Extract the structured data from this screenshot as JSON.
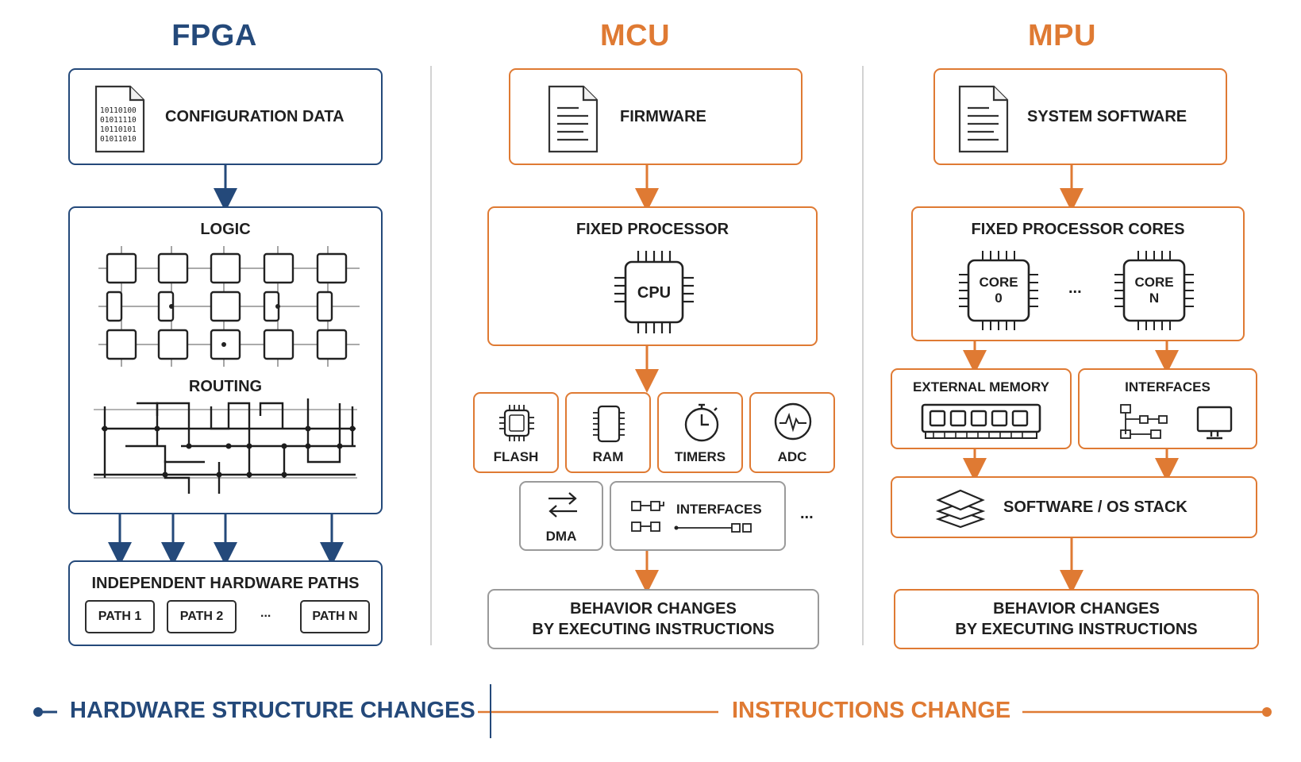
{
  "colors": {
    "fpga": "#24497a",
    "accent": "#df7a33",
    "grey": "#9a9a9a"
  },
  "fpga": {
    "title": "FPGA",
    "config_label": "CONFIGURATION DATA",
    "binary_lines": [
      "10110100",
      "01011110",
      "10110101",
      "01011010"
    ],
    "logic_label": "LOGIC",
    "routing_label": "ROUTING",
    "paths_label": "INDEPENDENT HARDWARE PATHS",
    "paths": [
      "PATH 1",
      "PATH 2",
      "...",
      "PATH N"
    ]
  },
  "mcu": {
    "title": "MCU",
    "firmware_label": "FIRMWARE",
    "processor_label": "FIXED PROCESSOR",
    "cpu_label": "CPU",
    "peripherals": [
      "FLASH",
      "RAM",
      "TIMERS",
      "ADC"
    ],
    "dma_label": "DMA",
    "interfaces_label": "INTERFACES",
    "more": "...",
    "behavior_line1": "BEHAVIOR CHANGES",
    "behavior_line2": "BY EXECUTING INSTRUCTIONS"
  },
  "mpu": {
    "title": "MPU",
    "software_label": "SYSTEM SOFTWARE",
    "cores_label": "FIXED PROCESSOR CORES",
    "core0_line1": "CORE",
    "core0_line2": "0",
    "coreN_line1": "CORE",
    "coreN_line2": "N",
    "core_dots": "...",
    "memory_label": "EXTERNAL MEMORY",
    "interfaces_label": "INTERFACES",
    "os_label": "SOFTWARE / OS STACK",
    "behavior_line1": "BEHAVIOR CHANGES",
    "behavior_line2": "BY EXECUTING INSTRUCTIONS"
  },
  "footer": {
    "left_label": "HARDWARE STRUCTURE CHANGES",
    "right_label": "INSTRUCTIONS CHANGE"
  }
}
